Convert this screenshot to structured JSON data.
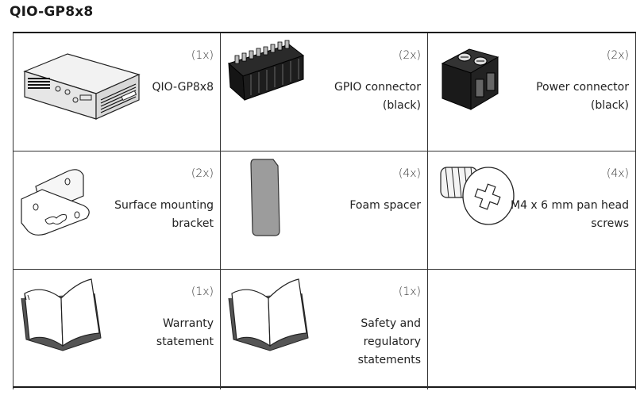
{
  "page": {
    "title": "QIO-GP8x8"
  },
  "items": [
    {
      "qty": "(1x)",
      "label": [
        "QIO-GP8x8"
      ],
      "icon": "device-box-icon"
    },
    {
      "qty": "(2x)",
      "label": [
        "GPIO connector",
        "(black)"
      ],
      "icon": "terminal-block-icon"
    },
    {
      "qty": "(2x)",
      "label": [
        "Power connector",
        "(black)"
      ],
      "icon": "power-connector-icon"
    },
    {
      "qty": "(2x)",
      "label": [
        "Surface mounting",
        "bracket"
      ],
      "icon": "mounting-bracket-icon"
    },
    {
      "qty": "(4x)",
      "label": [
        "Foam spacer"
      ],
      "icon": "foam-spacer-icon"
    },
    {
      "qty": "(4x)",
      "label": [
        "M4 x 6 mm pan head",
        "screws"
      ],
      "icon": "screw-icon"
    },
    {
      "qty": "(1x)",
      "label": [
        "Warranty",
        "statement"
      ],
      "icon": "booklet-icon"
    },
    {
      "qty": "(1x)",
      "label": [
        "Safety and",
        "regulatory",
        "statements"
      ],
      "icon": "booklet-icon"
    }
  ]
}
